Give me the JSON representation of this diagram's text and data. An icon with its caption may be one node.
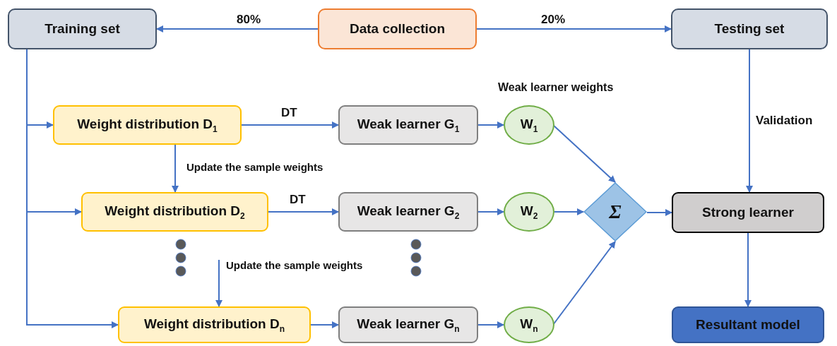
{
  "diagram": {
    "nodes": [
      {
        "text": [
          "Training set"
        ]
      },
      {
        "text": [
          "Data collection"
        ]
      },
      {
        "text": [
          "Testing set"
        ]
      },
      {
        "text": [
          "Weight distribution D$_{1}$"
        ]
      },
      {
        "text": [
          "Weak learner G$_{1}$"
        ]
      },
      {
        "text": [
          "W$_{1}$"
        ]
      },
      {
        "text": [
          "Weight distribution D$_{2}$"
        ]
      },
      {
        "text": [
          "Weak learner G$_{2}$"
        ]
      },
      {
        "text": [
          "W$_{2}$"
        ]
      },
      {
        "text": [
          "Σ"
        ]
      },
      {
        "text": [
          "Strong learner"
        ]
      },
      {
        "text": [
          "Weight distribution D$_{n}$"
        ]
      },
      {
        "text": [
          "Weak learner G$_{n}$"
        ]
      },
      {
        "text": [
          "W$_{n}$"
        ]
      },
      {
        "text": [
          "Resultant model"
        ]
      }
    ],
    "edges": [
      {
        "from": 1,
        "to": 0,
        "arrow": "to",
        "label": "80%"
      },
      {
        "from": 1,
        "to": 2,
        "arrow": "to",
        "label": "20%"
      },
      {
        "from": 0,
        "to": 3,
        "arrow": "to"
      },
      {
        "from": 0,
        "to": 6,
        "arrow": "to"
      },
      {
        "from": 0,
        "to": 11,
        "arrow": "to"
      },
      {
        "from": 3,
        "to": 4,
        "arrow": "to",
        "label": "DT"
      },
      {
        "from": 3,
        "to": 6,
        "arrow": "to",
        "label": "Update the sample weights"
      },
      {
        "from": 6,
        "to": 7,
        "arrow": "to",
        "label": "DT"
      },
      {
        "from": null,
        "to": 11,
        "arrow": "to",
        "label": "Update the sample weights"
      },
      {
        "from": 11,
        "to": 12,
        "arrow": "to"
      },
      {
        "from": 4,
        "to": 5,
        "arrow": "to"
      },
      {
        "from": 7,
        "to": 8,
        "arrow": "to"
      },
      {
        "from": 12,
        "to": 13,
        "arrow": "to"
      },
      {
        "from": 5,
        "to": 9,
        "arrow": "to"
      },
      {
        "from": 8,
        "to": 9,
        "arrow": "to"
      },
      {
        "from": 13,
        "to": 9,
        "arrow": "to"
      },
      {
        "from": 9,
        "to": 10,
        "arrow": "to"
      },
      {
        "from": 2,
        "to": 10,
        "arrow": "to",
        "label": "Validation"
      },
      {
        "from": 10,
        "to": 14,
        "arrow": "to"
      }
    ],
    "labels": [
      "Weak learner weights"
    ]
  }
}
